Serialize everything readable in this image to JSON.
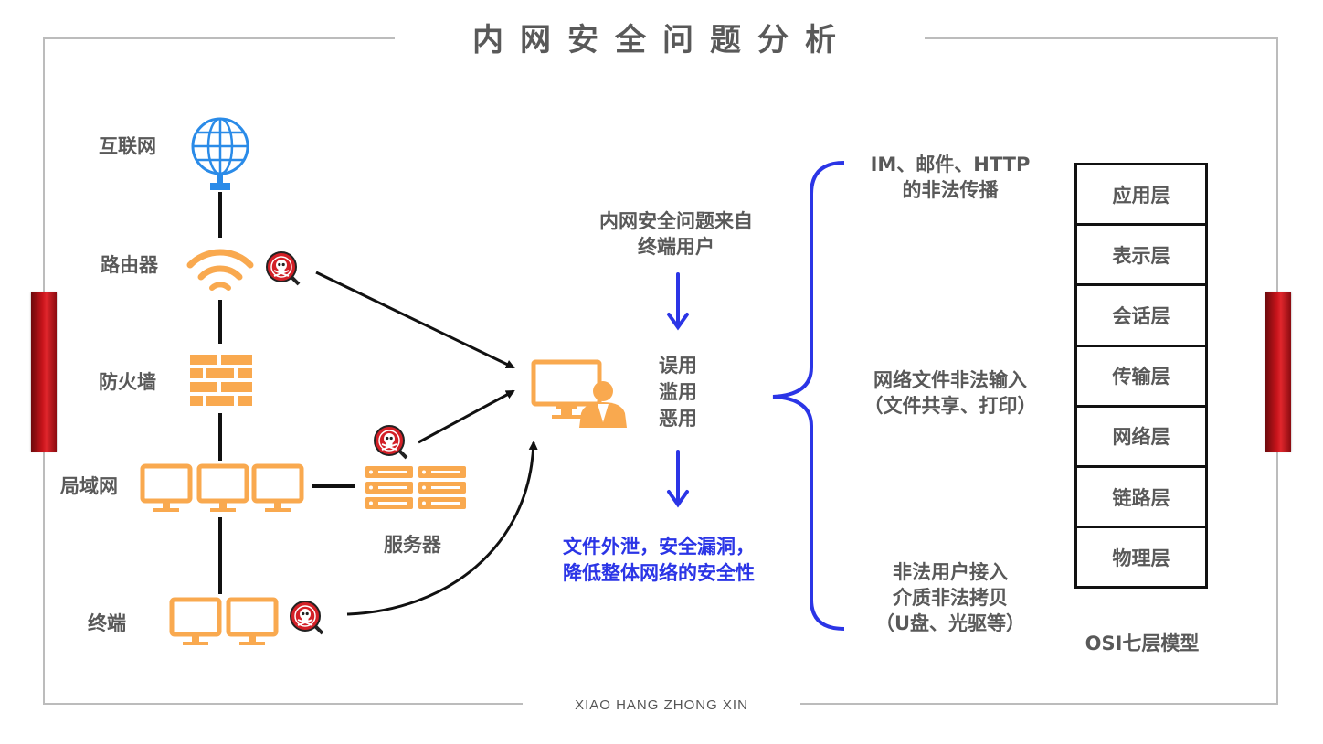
{
  "title": "内网安全问题分析",
  "footer": "XIAO HANG ZHONG XIN",
  "network": {
    "internet_label": "互联网",
    "router_label": "路由器",
    "firewall_label": "防火墙",
    "lan_label": "局域网",
    "server_label": "服务器",
    "terminal_label": "终端"
  },
  "center": {
    "source_line1": "内网安全问题来自",
    "source_line2": "终端用户",
    "misuse1": "误用",
    "misuse2": "滥用",
    "misuse3": "恶用",
    "result_line1": "文件外泄，安全漏洞，",
    "result_line2": "降低整体网络的安全性"
  },
  "threats": {
    "t1_line1": "IM、邮件、HTTP",
    "t1_line2": "的非法传播",
    "t2_line1": "网络文件非法输入",
    "t2_line2": "（文件共享、打印）",
    "t3_line1": "非法用户接入",
    "t3_line2": "介质非法拷贝",
    "t3_line3": "（U盘、光驱等）"
  },
  "osi": {
    "layers": [
      "应用层",
      "表示层",
      "会话层",
      "传输层",
      "网络层",
      "链路层",
      "物理层"
    ],
    "caption": "OSI七层模型"
  },
  "colors": {
    "orange": "#f9a94f",
    "blue": "#2b35e6",
    "globe_blue": "#2a8be8",
    "danger_red": "#d32027"
  }
}
